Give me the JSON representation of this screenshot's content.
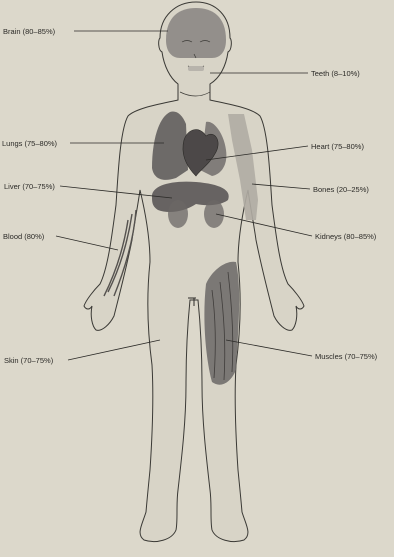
{
  "labels": {
    "brain": "Brain (80–85%)",
    "teeth": "Teeth (8–10%)",
    "lungs": "Lungs (75–80%)",
    "heart": "Heart (75–80%)",
    "liver": "Liver (70–75%)",
    "bones": "Bones (20–25%)",
    "blood": "Blood (80%)",
    "kidneys": "Kidneys (80–85%)",
    "skin": "Skin (70–75%)",
    "muscles": "Muscles (70–75%)"
  },
  "colors": {
    "background": "#dcd8cb",
    "outline": "#3a3935",
    "organ_dark": "#5b5757",
    "organ_mid": "#8a8684",
    "organ_light": "#b8b4ac",
    "text": "#2b2a27"
  }
}
